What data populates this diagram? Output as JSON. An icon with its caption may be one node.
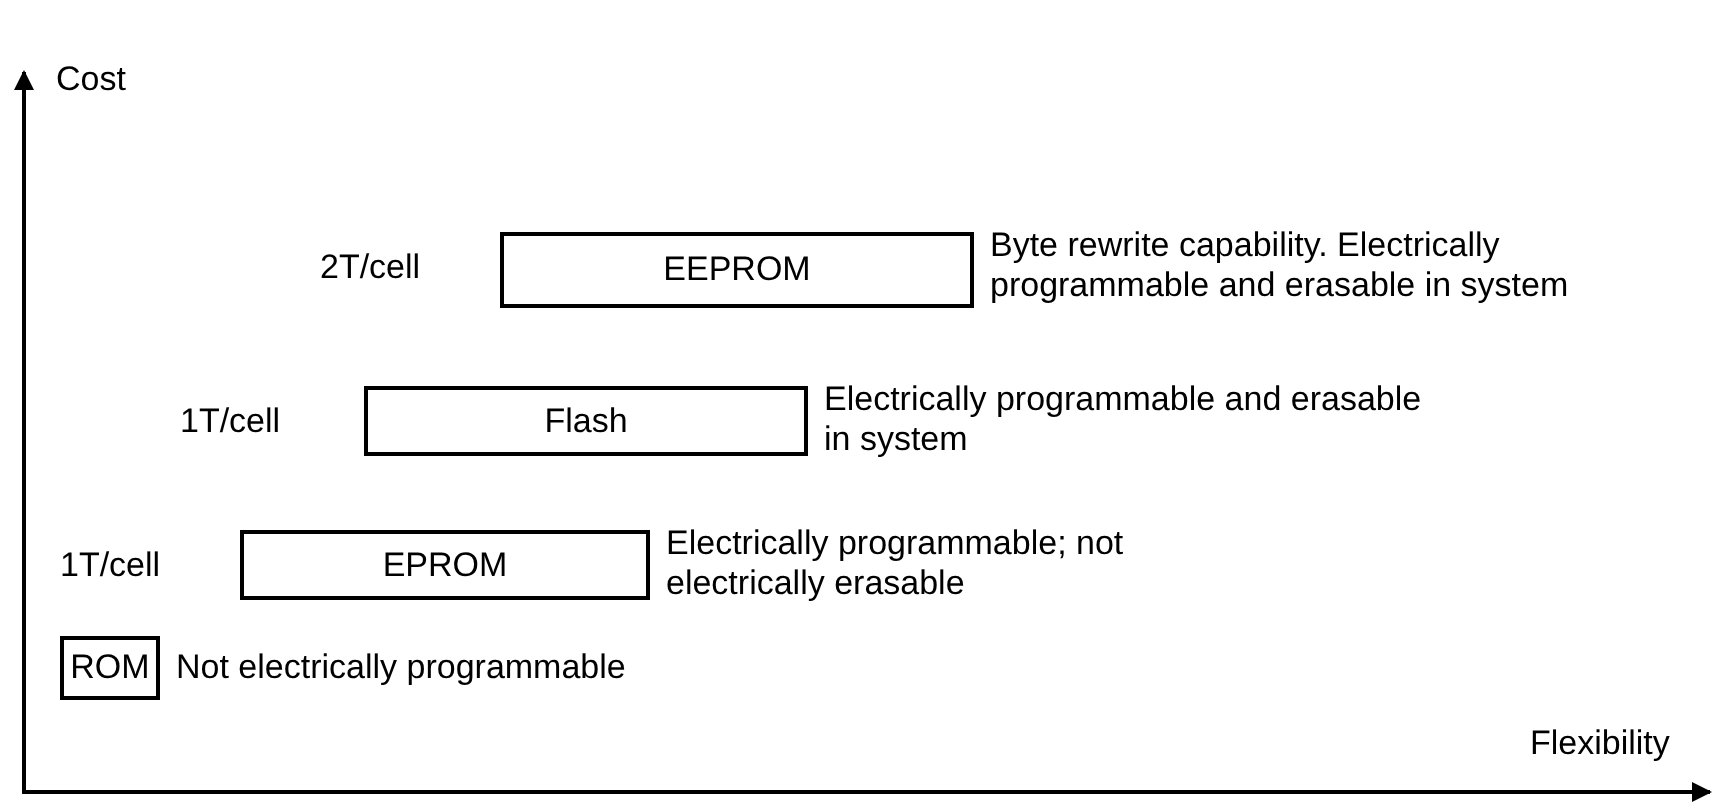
{
  "diagram": {
    "nodes": [
      {
        "text": [
          "ROM"
        ],
        "beside": [
          "Not electrically programmable"
        ]
      },
      {
        "text": [
          "EPROM"
        ],
        "beside": [
          "1T/cell",
          "Electrically programmable; not electrically erasable"
        ]
      },
      {
        "text": [
          "Flash"
        ],
        "beside": [
          "1T/cell",
          "Electrically programmable and erasable in system"
        ]
      },
      {
        "text": [
          "EEPROM"
        ],
        "beside": [
          "2T/cell",
          "Byte rewrite capability. Electrically programmable and erasable in system"
        ]
      }
    ],
    "labels": [
      "Cost",
      "Flexibility"
    ]
  }
}
